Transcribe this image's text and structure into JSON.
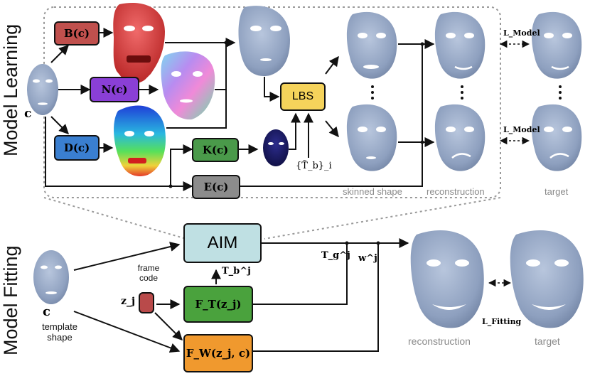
{
  "sections": {
    "model_learning": "Model Learning",
    "model_fitting": "Model Fitting"
  },
  "learning": {
    "input_code": "c",
    "boxes": {
      "b": "B(c)",
      "n": "N(c)",
      "d": "D(c)",
      "k": "K(c)",
      "e": "E(c)",
      "lbs": "LBS"
    },
    "bone_transforms": "{T̃_b}_i",
    "loss": "L_Model",
    "labels": {
      "skinned_shape": "skinned shape",
      "reconstruction": "reconstruction",
      "target": "target"
    },
    "ellipsis": "⋮"
  },
  "fitting": {
    "template_code": "c",
    "template_label": "template shape",
    "frame_code_label": "frame code",
    "frame_code_var": "z_j",
    "aim": "AIM",
    "ft": "F_T(z_j)",
    "fw": "F_W(z_j, c)",
    "tb": "T_b^j",
    "tg": "T_g^j",
    "w": "w^j",
    "loss": "L_Fitting",
    "labels": {
      "reconstruction": "reconstruction",
      "target": "target"
    }
  },
  "colors": {
    "b_box": "#c0504d",
    "n_box": "#8a3fd6",
    "d_box": "#3a7fd0",
    "k_box": "#4a9a4a",
    "e_box": "#8c8c8c",
    "lbs_box": "#f5d35b",
    "aim_box": "#bfe0e3",
    "ft_box": "#4aa23d",
    "fw_box": "#f0992e",
    "frame_code": "#b94a4a",
    "face": "#93a5c4"
  }
}
